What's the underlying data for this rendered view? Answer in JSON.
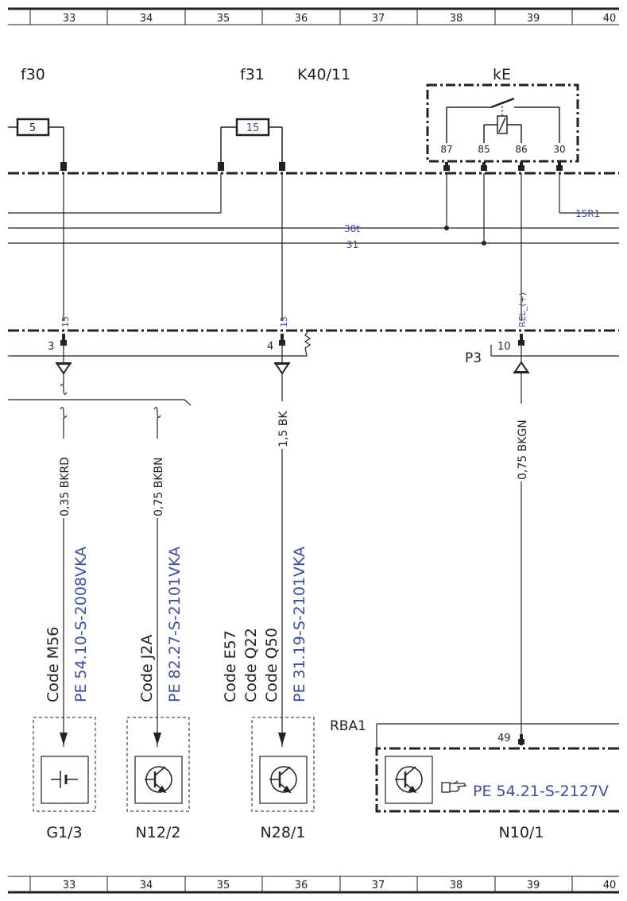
{
  "grid": {
    "columns": [
      "33",
      "34",
      "35",
      "36",
      "37",
      "38",
      "39",
      "40"
    ]
  },
  "components": {
    "f30": "f30",
    "f31": "f31",
    "k40": "K40/11",
    "ke": "kE",
    "fuse_f30_rating": "5",
    "fuse_f31_rating": "15",
    "relay_pins": [
      "87",
      "85",
      "86",
      "30"
    ],
    "p3": "P3",
    "rba1": "RBA1",
    "g1_3": "G1/3",
    "n12_2": "N12/2",
    "n28_1": "N28/1",
    "n10_1": "N10/1"
  },
  "lines": {
    "l15r1": "15R1",
    "l30t": "30t",
    "l31": "31",
    "w15a": "15",
    "w15b": "15",
    "rel": "REL_(+)"
  },
  "connector_pins": {
    "p3": "3",
    "p4": "4",
    "p10": "10",
    "p49": "49"
  },
  "wires": {
    "w1": "0,35 BKRD",
    "w2": "0,75 BKBN",
    "w3": "1,5 BK",
    "w4": "0,75 BKGN"
  },
  "codes": {
    "g1_code": "Code M56",
    "g1_ref": "PE 54.10-S-2008VKA",
    "n12_code": "Code J2A",
    "n12_ref": "PE 82.27-S-2101VKA",
    "n28_codes": [
      "Code E57",
      "Code Q22",
      "Code Q50"
    ],
    "n28_ref": "PE 31.19-S-2101VKA",
    "n10_ref": "PE 54.21-S-2127V"
  },
  "colors": {
    "ref_blue": "#3b4da0",
    "line": "#222222"
  },
  "icons": {
    "g1": "battery-symbol-icon",
    "n12": "transistor-symbol-icon",
    "n28": "transistor-symbol-icon",
    "n10": "transistor-symbol-icon",
    "ref": "pointing-hand-icon"
  }
}
